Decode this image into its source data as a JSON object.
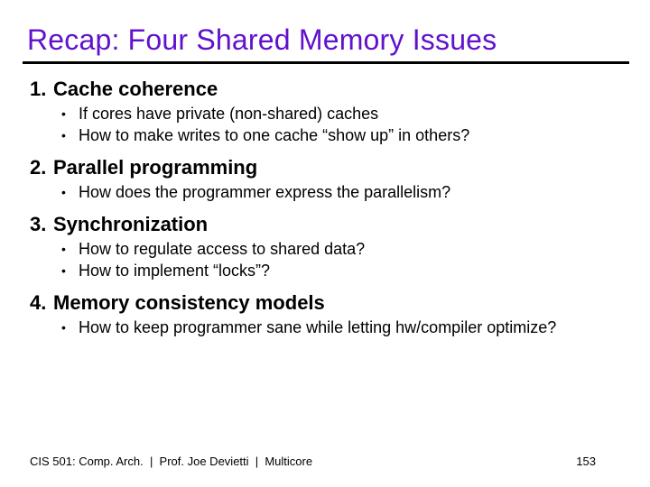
{
  "slide": {
    "title": "Recap: Four Shared Memory Issues",
    "title_color": "#6012CC",
    "rule_color": "#000000",
    "bullet_glyph": "•",
    "items": [
      {
        "number": "1.",
        "heading": "Cache coherence",
        "bullets": [
          "If cores have private (non-shared) caches",
          "How to make writes to one cache “show up” in others?"
        ]
      },
      {
        "number": "2.",
        "heading": "Parallel programming",
        "bullets": [
          "How does the programmer express the parallelism?"
        ]
      },
      {
        "number": "3.",
        "heading": "Synchronization",
        "bullets": [
          "How to regulate access to shared data?",
          "How to implement “locks”?"
        ]
      },
      {
        "number": "4.",
        "heading": "Memory consistency models",
        "bullets": [
          "How to keep programmer sane while letting hw/compiler optimize?"
        ]
      }
    ],
    "footer": {
      "left": "CIS 501: Comp. Arch.  |  Prof. Joe Devietti  |  Multicore",
      "page": "153"
    }
  }
}
